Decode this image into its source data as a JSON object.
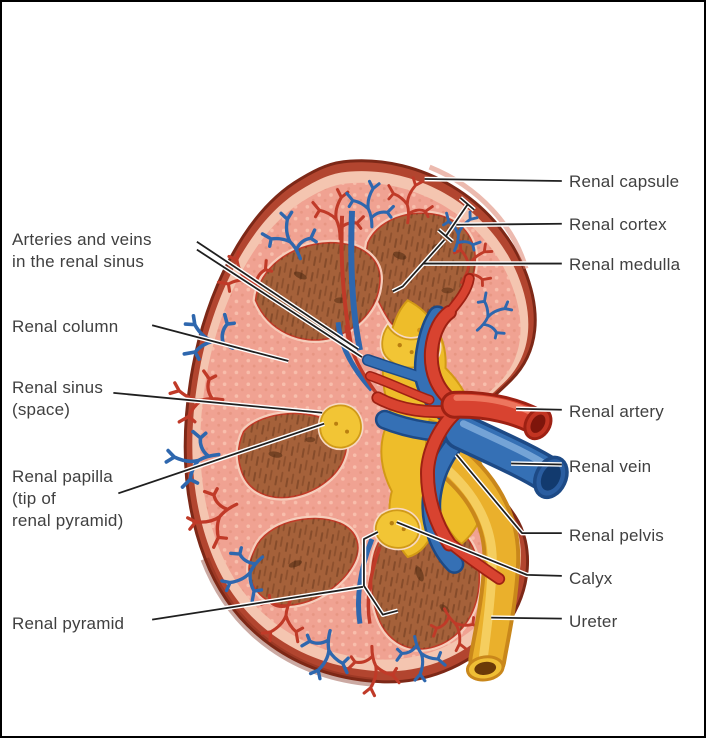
{
  "labels": {
    "left": [
      {
        "name": "arteries-veins-sinus",
        "text": "Arteries and veins\nin the renal sinus"
      },
      {
        "name": "renal-column",
        "text": "Renal column"
      },
      {
        "name": "renal-sinus",
        "text": "Renal sinus\n(space)"
      },
      {
        "name": "renal-papilla",
        "text": "Renal papilla\n(tip of\nrenal pyramid)"
      },
      {
        "name": "renal-pyramid",
        "text": "Renal pyramid"
      }
    ],
    "right": [
      {
        "name": "renal-capsule",
        "text": "Renal capsule"
      },
      {
        "name": "renal-cortex",
        "text": "Renal cortex"
      },
      {
        "name": "renal-medulla",
        "text": "Renal medulla"
      },
      {
        "name": "renal-artery",
        "text": "Renal artery"
      },
      {
        "name": "renal-vein",
        "text": "Renal vein"
      },
      {
        "name": "renal-pelvis",
        "text": "Renal pelvis"
      },
      {
        "name": "calyx",
        "text": "Calyx"
      },
      {
        "name": "ureter",
        "text": "Ureter"
      }
    ]
  },
  "colors": {
    "background": "#ffffff",
    "border": "#000000",
    "label_text": "#404040",
    "leader_line": "#1f1f1f",
    "leader_casing": "#ffffff",
    "capsule_ring": "#b2452f",
    "capsule_inner_band": "#f4c5b0",
    "cortex": "#f0a292",
    "medulla_pyramid": "#a5613a",
    "calyx_pelvis_yellow": "#f2c535",
    "artery_red": "#d84330",
    "vein_blue": "#3570b5",
    "ureter_yellow": "#eab02c"
  }
}
